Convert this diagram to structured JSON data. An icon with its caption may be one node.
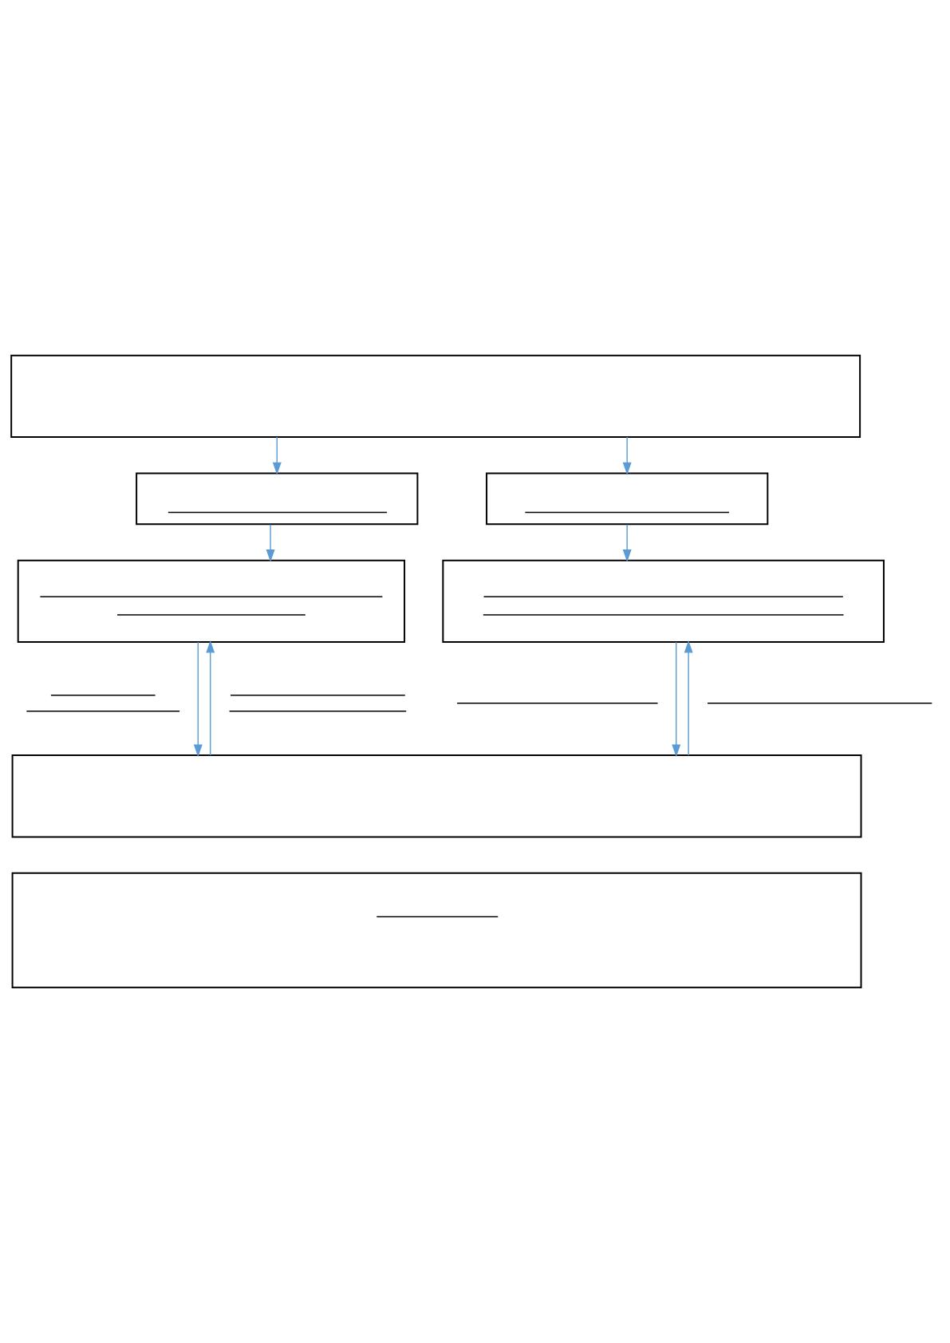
{
  "diagram": {
    "nodes": [
      {
        "text": [],
        "shape": "box"
      },
      {
        "text": [],
        "shape": "box"
      },
      {
        "text": [],
        "shape": "box"
      },
      {
        "text": [],
        "shape": "box"
      },
      {
        "text": [],
        "shape": "box"
      },
      {
        "text": [],
        "shape": "box"
      },
      {
        "text": [],
        "shape": "box"
      }
    ],
    "edges": [
      {
        "from": 0,
        "to": 1,
        "arrow": "to"
      },
      {
        "from": 0,
        "to": 2,
        "arrow": "to"
      },
      {
        "from": 1,
        "to": 3,
        "arrow": "to"
      },
      {
        "from": 2,
        "to": 4,
        "arrow": "to"
      },
      {
        "from": 3,
        "to": 5,
        "arrow": "to"
      },
      {
        "from": 5,
        "to": 3,
        "arrow": "to"
      },
      {
        "from": 4,
        "to": 5,
        "arrow": "to"
      },
      {
        "from": 5,
        "to": 4,
        "arrow": "to"
      }
    ]
  }
}
